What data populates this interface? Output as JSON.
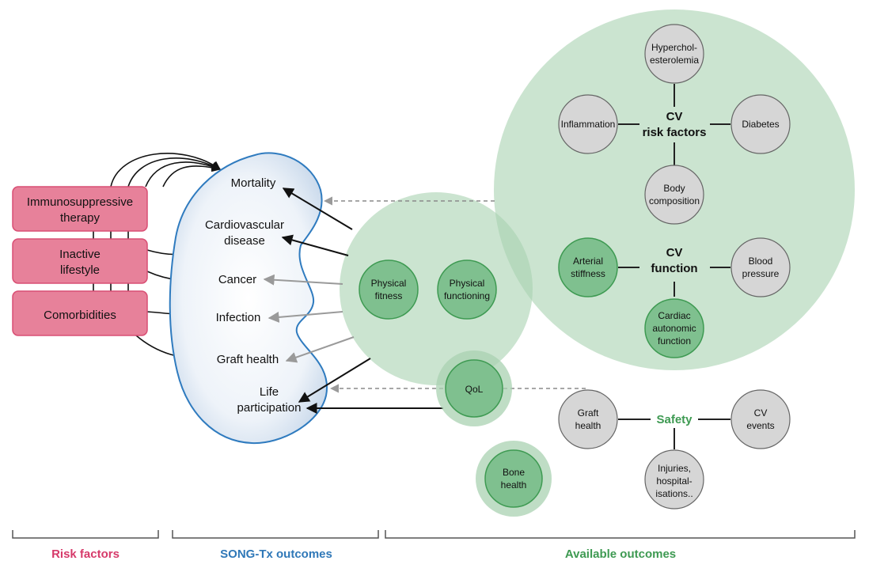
{
  "risk_factors": {
    "immunosuppressive": "Immunosuppressive therapy",
    "inactive": "Inactive lifestyle",
    "comorbidities": "Comorbidities"
  },
  "song_tx": {
    "mortality": "Mortality",
    "cardiovascular": "Cardiovascular disease",
    "cancer": "Cancer",
    "infection": "Infection",
    "graft_health": "Graft health",
    "life_participation": "Life participation"
  },
  "physical": {
    "fitness": "Physical fitness",
    "functioning": "Physical functioning"
  },
  "qol": "QoL",
  "bone_health": "Bone health",
  "cv_risk": {
    "title": "CV risk factors",
    "hypercholesterolemia": "Hyperchol-esterolemia",
    "inflammation": "Inflammation",
    "diabetes": "Diabetes",
    "body_composition": "Body composition"
  },
  "cv_function": {
    "title": "CV function",
    "arterial_stiffness": "Arterial stiffness",
    "blood_pressure": "Blood pressure",
    "cardiac_autonomic": "Cardiac autonomic function"
  },
  "safety": {
    "title": "Safety",
    "graft_health": "Graft health",
    "cv_events": "CV events",
    "injuries": "Injuries, hospital-isations.."
  },
  "sections": {
    "risk_factors": "Risk factors",
    "song_tx": "SONG-Tx outcomes",
    "available": "Available outcomes"
  },
  "colors": {
    "pink_fill": "#e7819a",
    "pink_stroke": "#d94f74",
    "pink_label": "#d63a6a",
    "blue_label": "#2f78b8",
    "green_label": "#3e9a52",
    "green_circle": "#7fc08f",
    "green_big": "#c6e0ca",
    "grey_circle": "#d6d6d6"
  }
}
